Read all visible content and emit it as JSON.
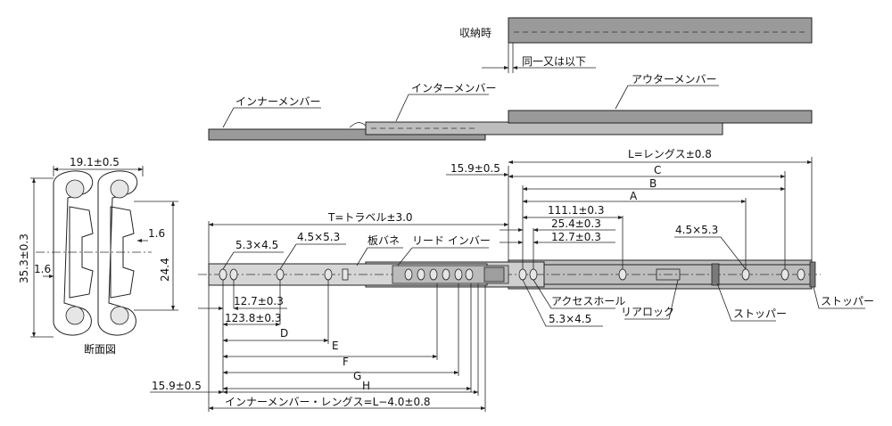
{
  "collapsed": {
    "label": "収納時",
    "tolerance_label": "同一又は以下"
  },
  "members": {
    "inner": "インナーメンバー",
    "intermediate": "インターメンバー",
    "outer": "アウターメンバー"
  },
  "section": {
    "label": "断面図",
    "width_dim": "19.1±0.5",
    "height_dim": "35.3±0.3",
    "inner_height_dim": "24.4",
    "offset_left": "1.6",
    "offset_right": "1.6"
  },
  "dims": {
    "length": "L=レングス±0.8",
    "travel": "T=トラベル±3.0",
    "front_offset_top": "15.9±0.5",
    "front_offset_bottom": "15.9±0.5",
    "C": "C",
    "B": "B",
    "A": "A",
    "d111": "111.1±0.3",
    "d25": "25.4±0.3",
    "d12_outer": "12.7±0.3",
    "hole_outer": "4.5×5.3",
    "hole_inner_a": "5.3×4.5",
    "hole_inner_b": "4.5×5.3",
    "d12_inner": "12.7±0.3",
    "d123": "123.8±0.3",
    "D": "D",
    "E": "E",
    "F": "F",
    "G": "G",
    "H": "H",
    "inner_length": "インナーメンバー・レングス=L−4.0±0.8",
    "hole_access": "5.3×4.5"
  },
  "callouts": {
    "leaf_spring": "板バネ",
    "lead_in": "リード インバー",
    "access_hole": "アクセスホール",
    "rear_lock": "リアロック",
    "stopper_inner": "ストッパー",
    "stopper_outer": "ストッパー"
  }
}
